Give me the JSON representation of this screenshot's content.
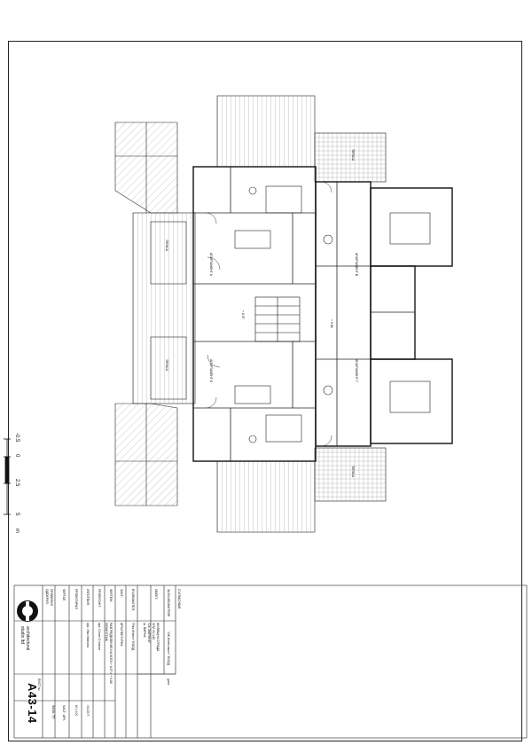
{
  "title_block": {
    "approved": "СЪГЛАСУВАЛ:",
    "for_builder": "ЗА ВЪЗЛОЖИТЕЛЯ",
    "builder_name": "\"ОК Инвестмънт\" ЕООД",
    "date_label": "дата",
    "object_label": "ОБЕКТ:",
    "object_lines": [
      "ЖИЛИЩНА СГРАДА",
      "УПИ XV-145",
      "\"Св. МАРИНА\"",
      "гр. ВАРНА"
    ],
    "client_label": "ВЪЗЛОЖИТЕЛ:",
    "client_name": "\"Рая Инвест\" ЕООД",
    "part_label": "ЧАСТ:",
    "part_name": "АРХИТЕКТУРНА",
    "drawing_label": "ЧЕРТЕЖ:",
    "drawing_lines": [
      "РАЗПРЕДЕЛЕНИЕ НА КОТА + 8.97 и + 9.88",
      "ОСМИ ЕТАЖ"
    ],
    "designer_label": "ПРОЕКТАНТ:",
    "designer_name": "арх. Стоян Стоянов",
    "drawn_label": "ИЗГОТВИЛ:",
    "drawn_name": "арх. Ива Иванова",
    "rows": [
      "ПРОЕКТИРАЛ",
      "ЧЕРТАЛ",
      "ПРОВЕРИЛ",
      "ОДОБРИЛ"
    ],
    "phase_label": "ФАЗА: ТП",
    "part_code": "ЧАСТ: АРХ.",
    "scale": "М 1:100",
    "date": "04.2007",
    "sheet_label": "ЛИСТ №",
    "sheet_number": "A43-14",
    "brand_line1": "architectural",
    "brand_line2": "studio ltd"
  },
  "scale_bar": {
    "labels": [
      "-0.5",
      "0",
      "2.5",
      "5"
    ],
    "unit": "m"
  },
  "plan": {
    "apartments": [
      "АПАРТАМЕНТ А",
      "АПАРТАМЕНТ Б",
      "АПАРТАМЕНТ В",
      "АПАРТАМЕНТ Г"
    ],
    "levels": [
      "+ 8.97",
      "+ 9.88"
    ],
    "terraces": [
      "ТЕРАСА",
      "ТЕРАСА",
      "ТЕРАСА",
      "ТЕРАСА"
    ]
  },
  "colors": {
    "line": "#1a1a1a",
    "hatch": "#555555",
    "frame": "#222222"
  }
}
